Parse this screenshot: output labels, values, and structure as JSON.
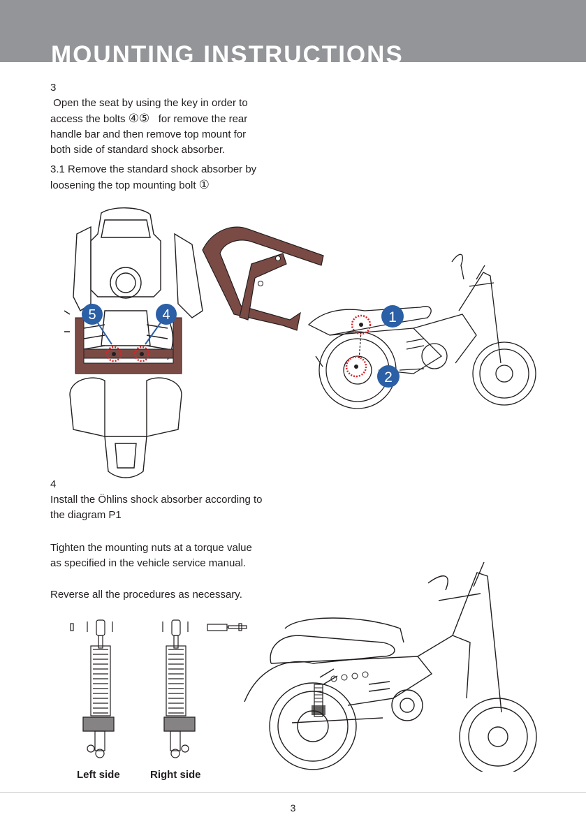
{
  "header": {
    "title": "MOUNTING INSTRUCTIONS"
  },
  "step3": {
    "number": "3",
    "line1": " Open the seat by using the key in order to",
    "line2_pre": "access the bolts ",
    "line2_marks": "④⑤",
    "line2_post": "   for remove the rear",
    "line3": "handle bar and then remove top mount for",
    "line4": "both side of standard shock absorber.",
    "sub_line1": "3.1 Remove the standard shock absorber by",
    "sub_line2_pre": "loosening the top mounting bolt ",
    "sub_line2_mark": "①"
  },
  "callouts": {
    "c1": "1",
    "c2": "2",
    "c4": "4",
    "c5": "5"
  },
  "step4": {
    "number": "4",
    "line1": "Install the Öhlins shock absorber according to",
    "line2": "the diagram P1",
    "torque1": "Tighten the mounting nuts at a torque value",
    "torque2": "as specified in the vehicle service manual.",
    "reverse": "Reverse all the procedures as necessary."
  },
  "shocks": {
    "left_label": "Left side",
    "right_label": "Right side"
  },
  "footer": {
    "page_number": "3"
  },
  "colors": {
    "header_band": "#939598",
    "callout_blue": "#2b5fa6",
    "frame_brown": "#7a4a45",
    "dotted_red": "#d7262b"
  }
}
